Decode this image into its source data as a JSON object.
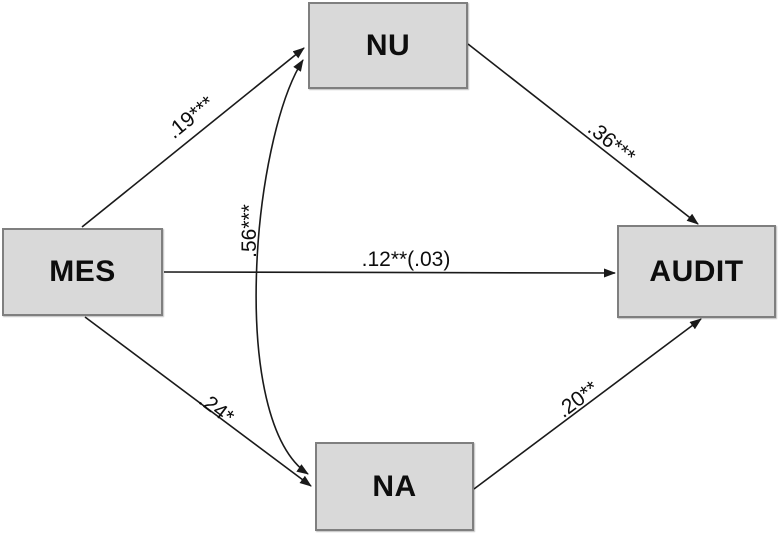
{
  "diagram": {
    "kind": "path-model",
    "colors": {
      "background": "#ffffff",
      "box_fill": "#d9d9d9",
      "box_border": "#7f7f7f",
      "arrow": "#1a1a1a",
      "text": "#0d0d0d"
    },
    "nodes": [
      {
        "id": "MES",
        "label": "MES"
      },
      {
        "id": "NU",
        "label": "NU"
      },
      {
        "id": "NA",
        "label": "NA"
      },
      {
        "id": "AUDIT",
        "label": "AUDIT"
      }
    ],
    "edges": [
      {
        "from": "MES",
        "to": "NU",
        "label": ".19***",
        "heads": "end",
        "style": "straight"
      },
      {
        "from": "NU",
        "to": "AUDIT",
        "label": ".36***",
        "heads": "end",
        "style": "straight"
      },
      {
        "from": "MES",
        "to": "AUDIT",
        "label": ".12**(.03)",
        "heads": "end",
        "style": "straight"
      },
      {
        "from": "MES",
        "to": "NA",
        "label": ".24*",
        "heads": "end",
        "style": "straight"
      },
      {
        "from": "NA",
        "to": "AUDIT",
        "label": ".20**",
        "heads": "end",
        "style": "straight"
      },
      {
        "from": "NU",
        "to": "NA",
        "label": ".56***",
        "heads": "both",
        "style": "curved"
      }
    ]
  }
}
